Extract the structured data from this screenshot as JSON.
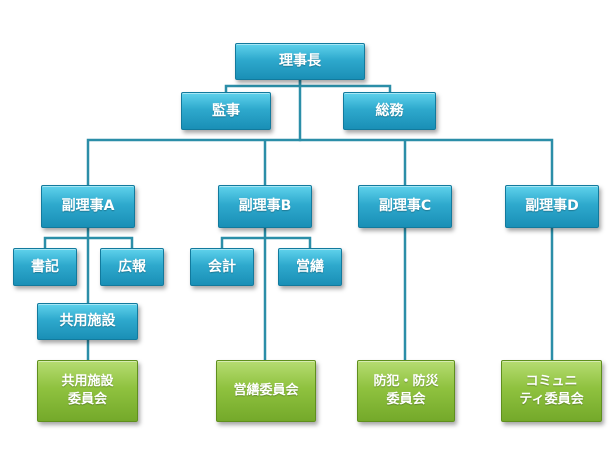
{
  "colors": {
    "blue": "#2ea9cd",
    "green": "#8fc23f",
    "line": "#2b8ea8"
  },
  "nodes": {
    "chairman": "理事長",
    "auditor": "監事",
    "general_affairs": "総務",
    "vice_a": "副理事A",
    "vice_b": "副理事B",
    "vice_c": "副理事C",
    "vice_d": "副理事D",
    "secretary": "書記",
    "pr": "広報",
    "accounting": "会計",
    "maintenance": "営繕",
    "common_facilities": "共用施設",
    "common_facilities_committee": "共用施設\n委員会",
    "maintenance_committee": "営繕委員会",
    "disaster_committee": "防犯・防災\n委員会",
    "community_committee": "コミュニ\nティ委員会"
  }
}
